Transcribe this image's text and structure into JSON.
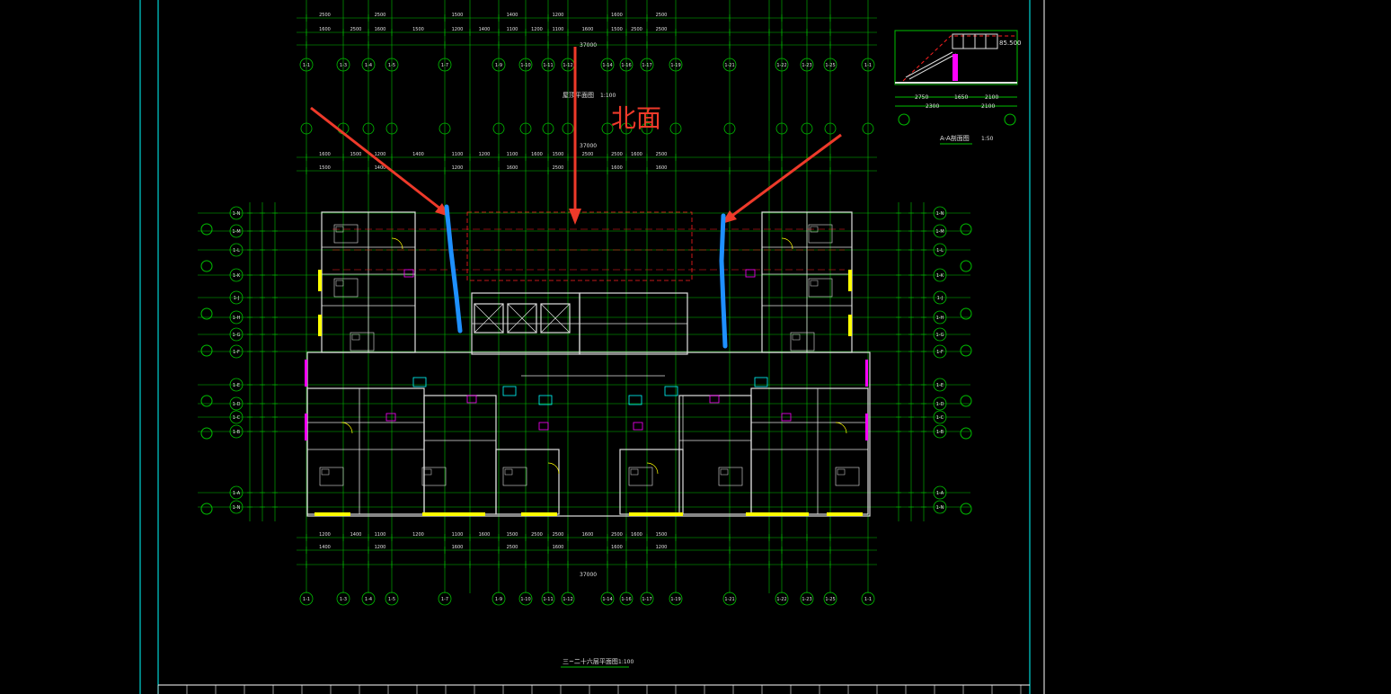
{
  "drawing": {
    "annotation_label": "北面",
    "floor_plan_title": "三~二十六层平面图",
    "floor_plan_scale": "1:100",
    "roof_plan_title": "屋顶平面图",
    "roof_plan_scale": "1:100",
    "section_title": "A-A剖面图",
    "section_scale": "1:50",
    "total_dimension": "37000",
    "top_dims": [
      "2500",
      "1600",
      "2500",
      "1600",
      "1500",
      "1200",
      "1400",
      "1100",
      "1200",
      "1100",
      "1600",
      "1500",
      "2500"
    ],
    "grid_labels_bottom": [
      "1-1",
      "1-3",
      "1-4",
      "1-5",
      "1-7",
      "1-9",
      "1-10",
      "1-11",
      "1-12",
      "1-14",
      "1-16",
      "1-17",
      "1-19",
      "1-21",
      "1-22",
      "1-23",
      "1-25"
    ],
    "grid_labels_side": [
      "1-N",
      "1-M",
      "1-L",
      "1-K",
      "1-J",
      "1-H",
      "1-G",
      "1-F",
      "1-E",
      "1-D",
      "1-C",
      "1-B",
      "1-A"
    ],
    "section_dims": [
      "2750",
      "1650",
      "2100",
      "2300",
      "2100"
    ],
    "section_value": "85.500"
  },
  "colors": {
    "background": "#000000",
    "frame": "#00ffff",
    "grid_lines": "#00c000",
    "walls": "#e0e0e0",
    "red_dashed": "#ff2020",
    "annotation_red": "#ee3a2a",
    "highlight_blue": "#1e90ff",
    "magenta": "#ff00ff",
    "yellow": "#ffff00"
  }
}
